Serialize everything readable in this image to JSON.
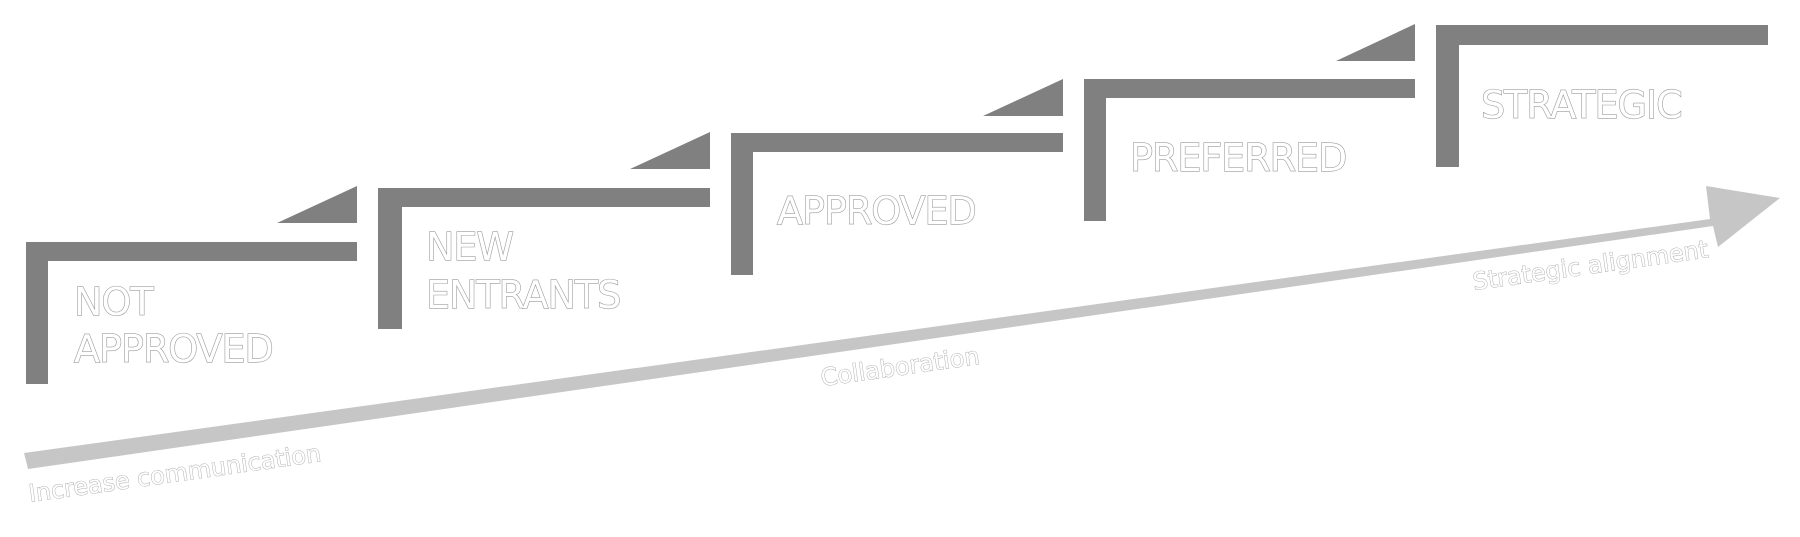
{
  "colors": {
    "step": "#808080",
    "arrow": "#c6c6c6",
    "label_outline": "#9a9a9a",
    "background": "#ffffff"
  },
  "stages": [
    {
      "lines": [
        "NOT",
        "APPROVED"
      ]
    },
    {
      "lines": [
        "NEW",
        "ENTRANTS"
      ]
    },
    {
      "lines": [
        "APPROVED"
      ]
    },
    {
      "lines": [
        "PREFERRED"
      ]
    },
    {
      "lines": [
        "STRATEGIC"
      ]
    }
  ],
  "axis_labels": {
    "start": "Increase communication",
    "middle": "Collaboration",
    "end": "Strategic alignment"
  }
}
